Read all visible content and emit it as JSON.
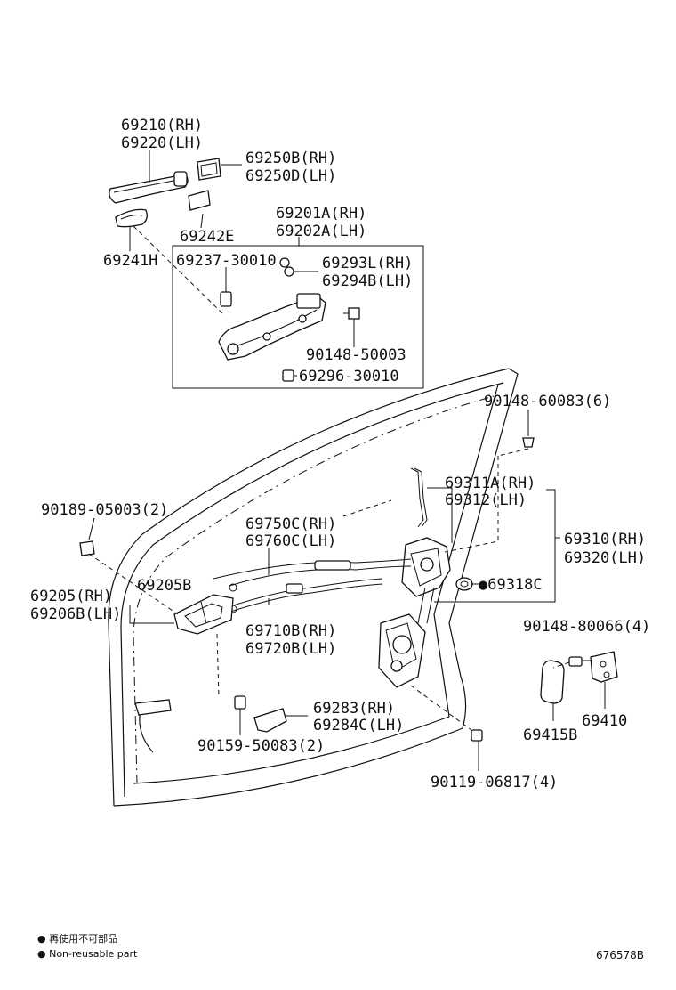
{
  "labels": {
    "outside_handle_rh": "69210(RH)",
    "outside_handle_lh": "69220(LH)",
    "handle_cover_rh": "69250B(RH)",
    "handle_cover_lh": "69250D(LH)",
    "pad_69242": "69242E",
    "pad_69241": "69241H",
    "frame_rh": "69201A(RH)",
    "frame_lh": "69202A(LH)",
    "plug_69237": "69237-30010",
    "cap_rh": "69293L(RH)",
    "cap_lh": "69294B(LH)",
    "screw_90148_50003": "90148-50003",
    "bolt_69296": "69296-30010",
    "screw_90148_60083": "90148-60083(6)",
    "rod_rh": "69311A(RH)",
    "rod_lh": "69312(LH)",
    "clip_90189": "90189-05003(2)",
    "cable_upper_rh": "69750C(RH)",
    "cable_upper_lh": "69760C(LH)",
    "lock_rh": "69310(RH)",
    "lock_lh": "69320(LH)",
    "inside_handle_ref": "69205B",
    "inside_handle_rh": "69205(RH)",
    "inside_handle_lh": "69206B(LH)",
    "grommet_69318": "●69318C",
    "cable_lower_rh": "69710B(RH)",
    "cable_lower_lh": "69720B(LH)",
    "screw_90148_80066": "90148-80066(4)",
    "striker_plate": "69415B",
    "striker": "69410",
    "bezel_rh": "69283(RH)",
    "bezel_lh": "69284C(LH)",
    "screw_90159": "90159-50083(2)",
    "screw_90119": "90119-06817(4)"
  },
  "legend": {
    "line1": "● 再使用不可部品",
    "line2": "● Non-reusable part"
  },
  "drawing_ref": "676578B"
}
